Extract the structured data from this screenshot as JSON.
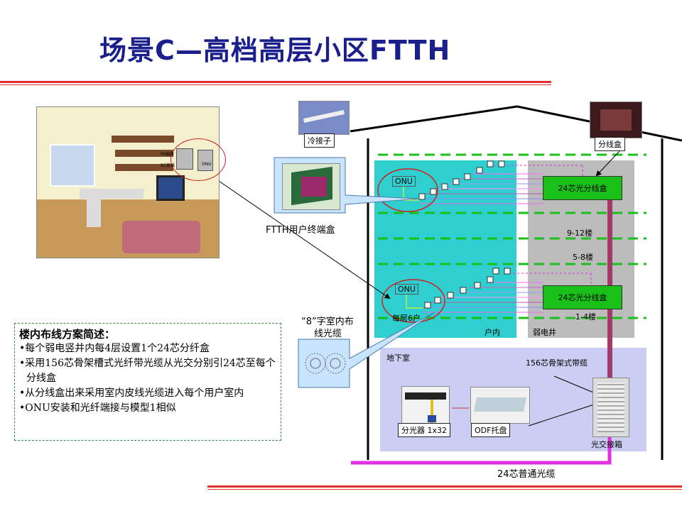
{
  "title": "场景C—高档高层小区FTTH",
  "colors": {
    "title": "#1a1f8c",
    "red_line": "#e03030",
    "cyan_area": "#2fcfcf",
    "gray_area": "#bcbcbc",
    "basement_area": "#cccdf2",
    "green_box": "#18c018",
    "magenta_cable": "#e030e0",
    "riser": "#a23a6a"
  },
  "diagram": {
    "cold_connector_label": "冷接子",
    "splitter_box_label": "分线盒",
    "terminal_box_label": "FTTH用户终端盒",
    "onu_label": "ONU",
    "distribution_box_label": "24芯光分线盒",
    "floor_labels": [
      "9-12楼",
      "5-8楼",
      "1-4楼"
    ],
    "per_floor_label": "每层6户",
    "indoor_label": "户内",
    "well_label": "弱电井",
    "figure8_label_line1": "“8”字室内布",
    "figure8_label_line2": "线光缆",
    "basement_label": "地下室",
    "ribbon_cable_label": "156芯骨架式带缆",
    "splitter_label": "分光器 1x32",
    "odf_label": "ODF托盘",
    "cross_box_label": "光交接箱",
    "trunk_cable_label": "24芯普通光缆",
    "room_labels": [
      "FA插座",
      "SC接线",
      "ONU"
    ]
  },
  "summary": {
    "title": "楼内布线方案简述：",
    "bullets": [
      "每个弱电竖井内每4层设置1个24芯分纤盒",
      "采用156芯骨架槽式光纤带光缆从光交分别引24芯至每个分线盒",
      "从分线盒出来采用室内皮线光缆进入每个用户室内",
      "ONU安装和光纤端接与模型1相似"
    ]
  }
}
